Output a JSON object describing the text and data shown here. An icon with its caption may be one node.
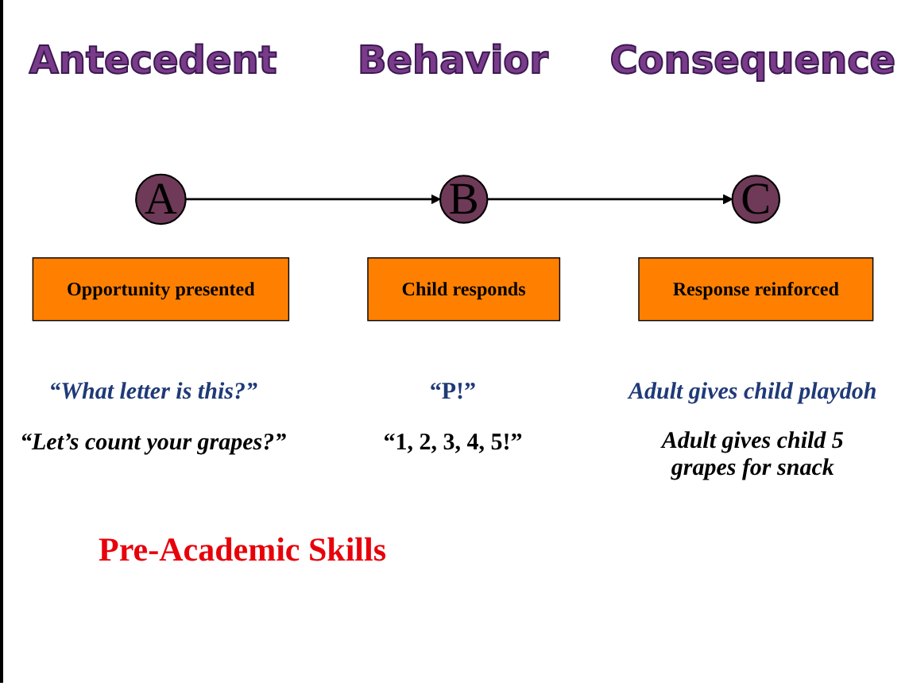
{
  "diagram": {
    "nodes": [
      {
        "text": [
          "A"
        ]
      },
      {
        "text": [
          "B"
        ]
      },
      {
        "text": [
          "C"
        ]
      },
      {
        "text": [
          "Opportunity presented"
        ]
      },
      {
        "text": [
          "Child responds"
        ]
      },
      {
        "text": [
          "Response reinforced"
        ]
      }
    ],
    "edges": [
      {
        "from": 0,
        "to": 1,
        "arrow": "to"
      },
      {
        "from": 1,
        "to": 2,
        "arrow": "to"
      }
    ],
    "labels": [
      "Antecedent",
      "Behavior",
      "Consequence",
      "“What letter is this?”",
      "“P!”",
      "Adult gives child playdoh",
      "“Let’s count your grapes?”",
      "“1, 2, 3, 4, 5!”",
      "Adult gives child 5 grapes for snack"
    ],
    "caption": "Pre-Academic Skills"
  }
}
